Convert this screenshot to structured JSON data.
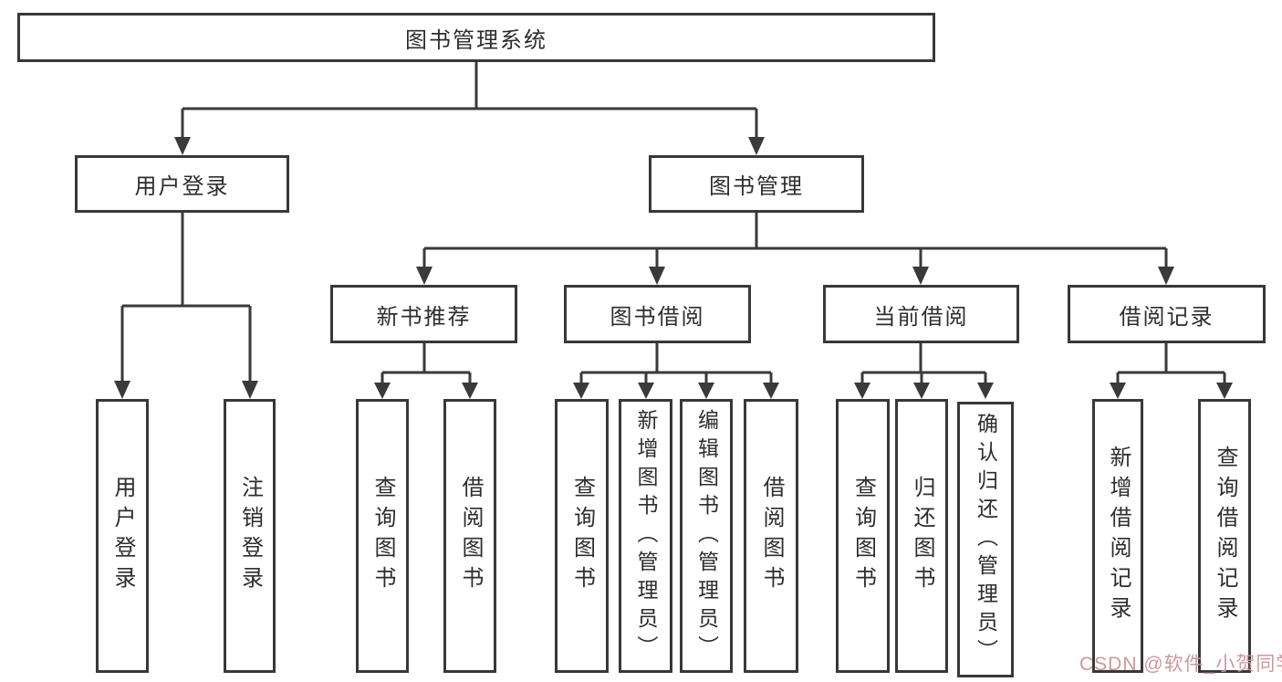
{
  "diagram": {
    "type": "hierarchy-functional-structure",
    "title": "图书管理系统"
  },
  "nodes": {
    "root": {
      "label": "图书管理系统"
    },
    "user_login": {
      "label": "用户登录"
    },
    "book_management": {
      "label": "图书管理"
    },
    "leaf_user_login": {
      "label": "用户登录"
    },
    "leaf_logout": {
      "label": "注销登录"
    },
    "new_book_recommend": {
      "label": "新书推荐"
    },
    "book_borrow": {
      "label": "图书借阅"
    },
    "current_borrow": {
      "label": "当前借阅"
    },
    "borrow_records": {
      "label": "借阅记录"
    },
    "nb_query_books": {
      "label": "查询图书"
    },
    "nb_borrow_books": {
      "label": "借阅图书"
    },
    "bb_query_books": {
      "label": "查询图书"
    },
    "bb_add_books": {
      "label": "新增图书（管理员）"
    },
    "bb_edit_books": {
      "label": "编辑图书（管理员）"
    },
    "bb_borrow_books": {
      "label": "借阅图书"
    },
    "cb_query_books": {
      "label": "查询图书"
    },
    "cb_return_books": {
      "label": "归还图书"
    },
    "cb_confirm_return": {
      "label": "确认归还（管理员）"
    },
    "br_add_record": {
      "label": "新增借阅记录"
    },
    "br_query_record": {
      "label": "查询借阅记录"
    }
  },
  "watermark": {
    "text": "CSDN @软件_小贺同学",
    "color": "#ce9197"
  },
  "colors": {
    "line": "#3a3a3a",
    "border": "#383838",
    "text": "#2d2d2d",
    "background": "#ffffff"
  }
}
